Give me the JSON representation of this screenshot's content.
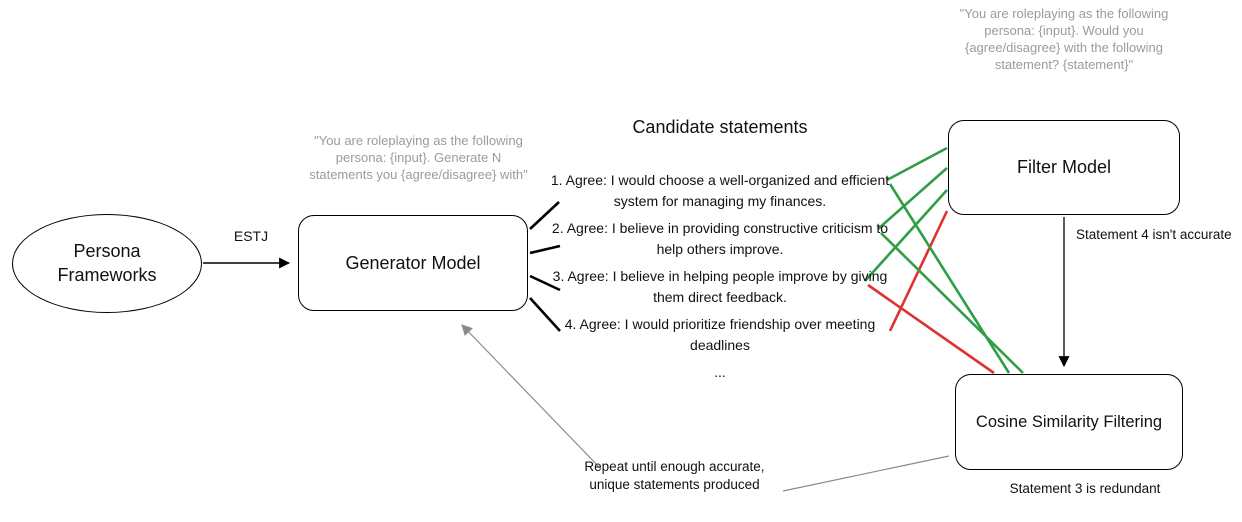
{
  "colors": {
    "accept_green": "#2f9e44",
    "reject_red": "#e03131",
    "flow_gray": "#8a8a8a",
    "prompt_gray": "#9b9b9b",
    "stroke_black": "#000000"
  },
  "nodes": {
    "persona_frameworks": {
      "label": "Persona Frameworks"
    },
    "generator_model": {
      "label": "Generator Model",
      "prompt": "\"You are roleplaying as the following persona: {input}. Generate N statements you {agree/disagree} with\""
    },
    "filter_model": {
      "label": "Filter Model",
      "prompt": "\"You are roleplaying as the following persona: {input}. Would you {agree/disagree} with the following statement? {statement}\""
    },
    "cosine_similarity": {
      "label": "Cosine Similarity Filtering"
    }
  },
  "edges": {
    "estj_label": "ESTJ",
    "filter_note": "Statement 4 isn't accurate",
    "cosine_note": "Statement 3 is redundant",
    "repeat_note": "Repeat until enough accurate, unique statements produced"
  },
  "candidates": {
    "title": "Candidate statements",
    "items": [
      "1. Agree: I would choose a well-organized and efficient system for managing my finances.",
      "2. Agree: I believe in providing constructive criticism to help others improve.",
      "3. Agree: I believe in helping people improve by giving them direct feedback.",
      "4. Agree: I would prioritize friendship over meeting deadlines"
    ],
    "ellipsis": "..."
  }
}
